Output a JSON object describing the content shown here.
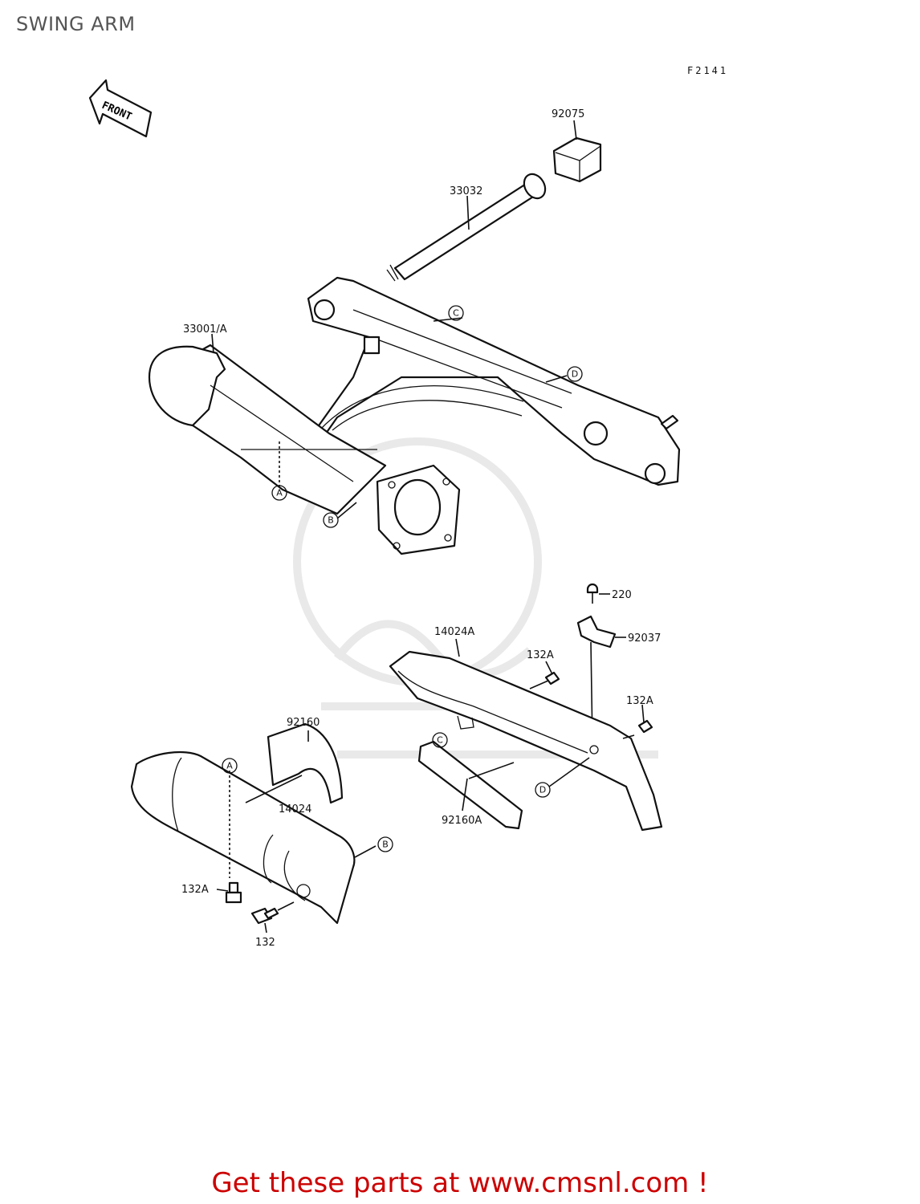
{
  "page": {
    "title": "SWING ARM",
    "diagram_code": "F2141",
    "front_label": "FRONT",
    "promo_prefix": "Get these parts at ",
    "promo_link": "www.cmsnl.com",
    "promo_suffix": " !"
  },
  "callouts": {
    "c92075": "92075",
    "c33032": "33032",
    "c33001A": "33001/A",
    "c220": "220",
    "c92037": "92037",
    "c14024A": "14024A",
    "c132A_top": "132A",
    "c132A_right": "132A",
    "c92160": "92160",
    "c14024": "14024",
    "c92160A": "92160A",
    "c132A_bottom": "132A",
    "c132": "132"
  },
  "references": {
    "A": "A",
    "B": "B",
    "C": "C",
    "D": "D"
  },
  "colors": {
    "title": "#555555",
    "promo": "#cc0000",
    "watermark": "#e9e9e9"
  }
}
